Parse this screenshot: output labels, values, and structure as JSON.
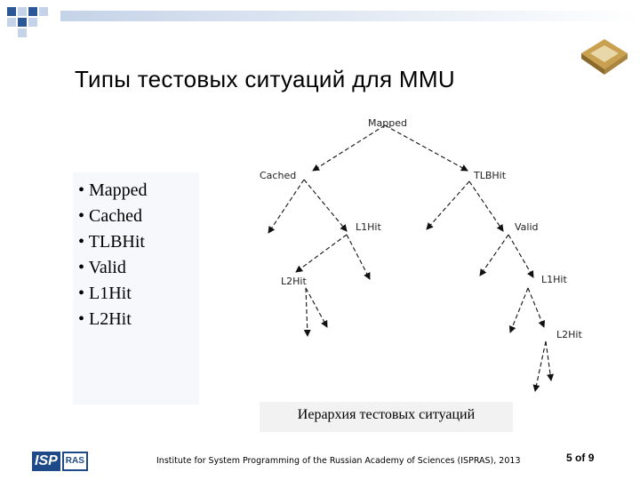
{
  "slide": {
    "title": "Типы тестовых ситуаций для MMU",
    "bullets": [
      "Mapped",
      "Cached",
      "TLBHit",
      "Valid",
      "L1Hit",
      "L2Hit"
    ],
    "caption": "Иерархия тестовых ситуаций",
    "footer": "Institute for System Programming of the Russian Academy of Sciences (ISPRAS), 2013",
    "page": {
      "current": "5",
      "of_label": "of",
      "total": "9"
    },
    "logo": {
      "left": "ISP",
      "right": "RAS"
    },
    "colors": {
      "deco_blue": "#2b5797",
      "deco_light": "#c5d3e8",
      "logo_blue": "#1f4a8a"
    }
  },
  "diagram": {
    "nodes": {
      "mapped": "Mapped",
      "cached": "Cached",
      "tlbhit": "TLBHit",
      "l1hit_left": "L1Hit",
      "valid": "Valid",
      "l2hit_left": "L2Hit",
      "l1hit_right": "L1Hit",
      "l2hit_right": "L2Hit"
    }
  }
}
